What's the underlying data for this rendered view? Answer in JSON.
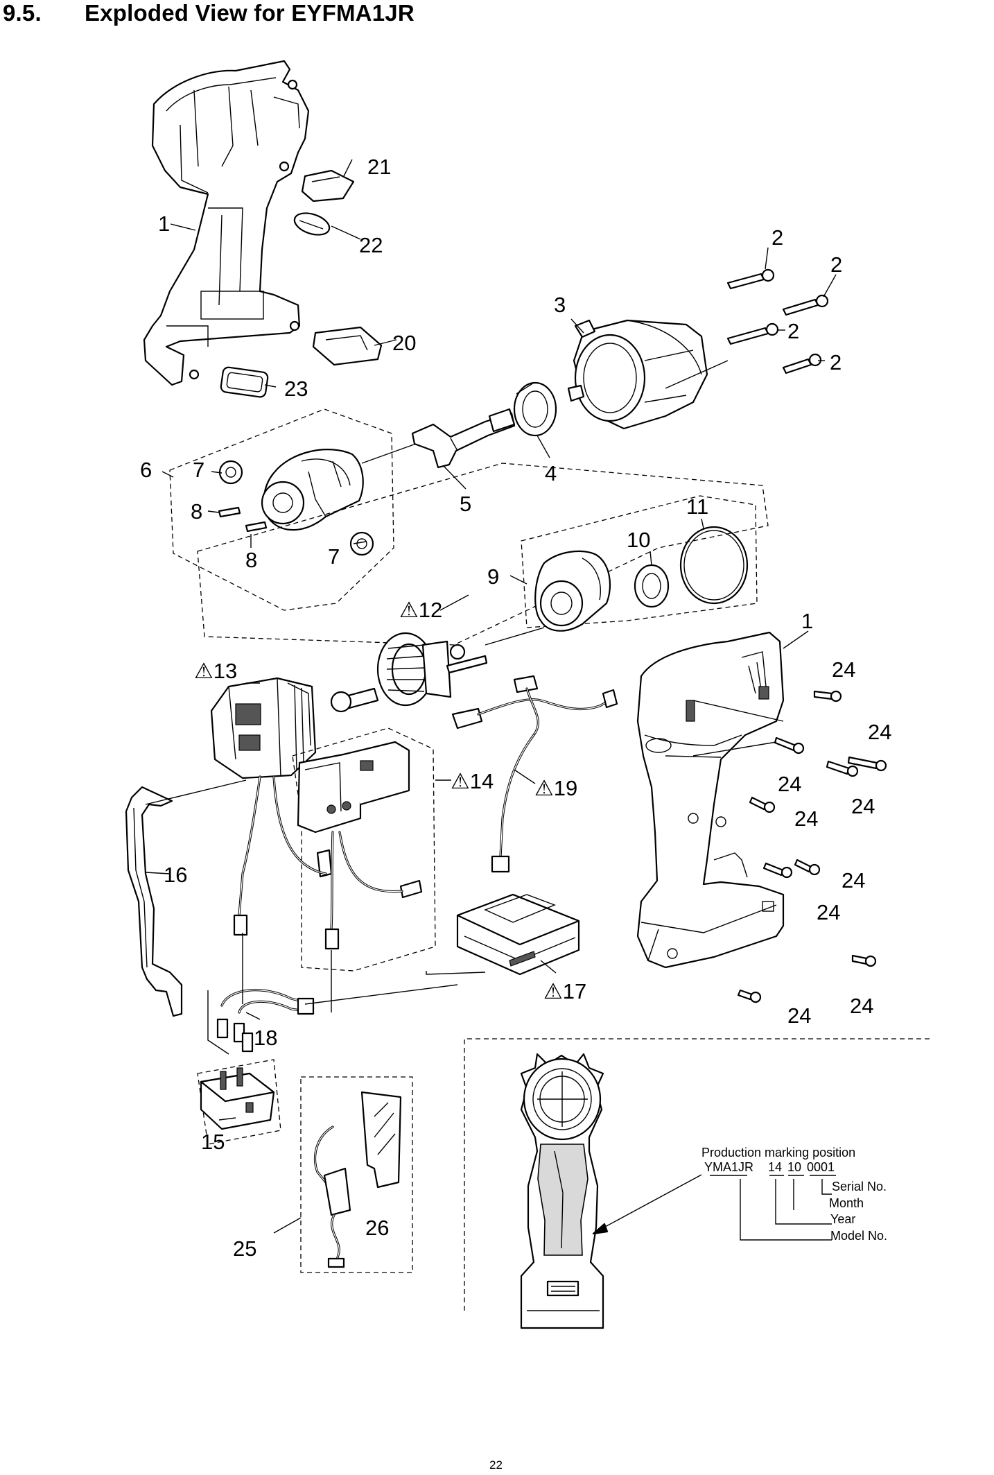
{
  "header": {
    "section_number": "9.5.",
    "title": "Exploded View for EYFMA1JR"
  },
  "callouts": {
    "p1_top": "1",
    "p1_right": "1",
    "p2_a": "2",
    "p2_b": "2",
    "p2_c": "2",
    "p2_d": "2",
    "p3": "3",
    "p4": "4",
    "p5": "5",
    "p6": "6",
    "p7_a": "7",
    "p7_b": "7",
    "p8_a": "8",
    "p8_b": "8",
    "p9": "9",
    "p10": "10",
    "p11": "11",
    "p12": "⚠12",
    "p13": "⚠13",
    "p14": "⚠14",
    "p15": "15",
    "p16": "16",
    "p17": "⚠17",
    "p18": "18",
    "p19": "⚠19",
    "p20": "20",
    "p21": "21",
    "p22": "22",
    "p23": "23",
    "p24_a": "24",
    "p24_b": "24",
    "p24_c": "24",
    "p24_d": "24",
    "p24_e": "24",
    "p24_f": "24",
    "p24_g": "24",
    "p24_h": "24",
    "p24_i": "24",
    "p25": "25",
    "p26": "26"
  },
  "marking": {
    "heading": "Production marking position",
    "code_model": "YMA1JR",
    "code_year": "14",
    "code_month": "10",
    "code_serial": "0001",
    "label_serial": "Serial No.",
    "label_month": "Month",
    "label_year": "Year",
    "label_model": "Model No."
  },
  "footer": {
    "page_number": "22"
  }
}
